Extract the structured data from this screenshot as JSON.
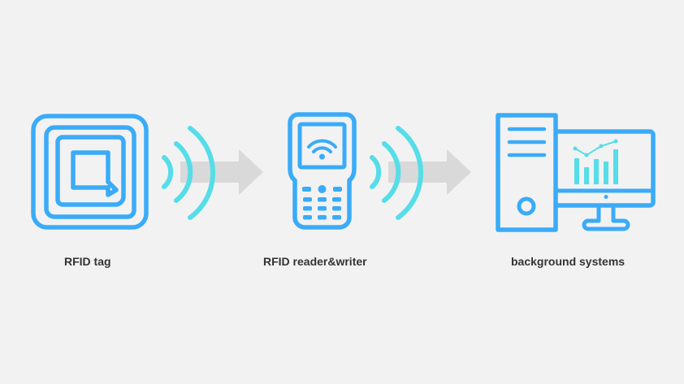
{
  "nodes": [
    {
      "id": "tag",
      "label": "RFID tag",
      "icon": "rfid-tag-icon"
    },
    {
      "id": "reader",
      "label": "RFID reader&writer",
      "icon": "handheld-reader-icon"
    },
    {
      "id": "backend",
      "label": "background systems",
      "icon": "desktop-computer-icon"
    }
  ],
  "connectors": [
    {
      "from": "tag",
      "to": "reader",
      "icons": [
        "radio-waves-icon",
        "arrow-right-icon"
      ]
    },
    {
      "from": "reader",
      "to": "backend",
      "icons": [
        "radio-waves-icon",
        "arrow-right-icon"
      ]
    }
  ],
  "colors": {
    "background": "#f2f2f2",
    "icon_blue": "#3aabf8",
    "wave_cyan": "#55dde8",
    "arrow_gray": "#d9d9d9",
    "label_text": "#333333"
  }
}
